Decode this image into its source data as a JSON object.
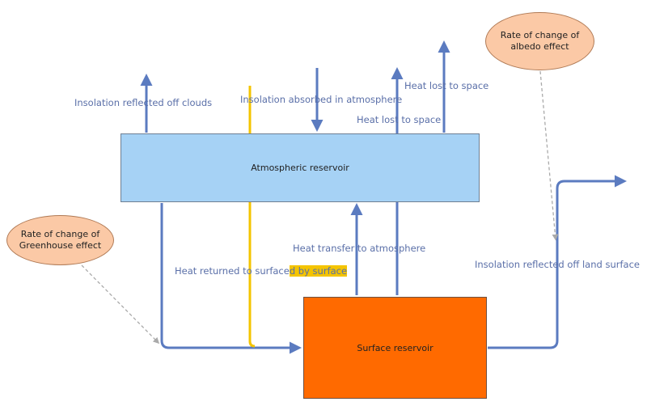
{
  "boxes": {
    "atmospheric": "Atmospheric reservoir",
    "surface": "Surface reservoir"
  },
  "ovals": {
    "greenhouse": [
      "Rate of change of",
      "Greenhouse effect"
    ],
    "albedo": [
      "Rate of change of",
      "albedo effect"
    ]
  },
  "labels": {
    "reflected_clouds": "Insolation reflected off clouds",
    "absorbed_atmosphere": "Insolation absorbed in atmosphere",
    "heat_lost_space_upper": "Heat lost to space",
    "heat_lost_space_lower": "Heat lost to space",
    "heat_transfer_atmosphere": "Heat transfer to atmosphere",
    "heat_returned_part1": "Heat returned to surface",
    "heat_returned_part2": "d by surface",
    "reflected_land": "Insolation reflected off land surface"
  },
  "colors": {
    "flow_arrow": "#5b7bc0",
    "yellow_flow": "#f4c400",
    "atmosphere_fill": "#a6d2f5",
    "surface_fill": "#ff6a00",
    "oval_fill": "#fbc9a6",
    "label_text": "#5a6fa8"
  }
}
